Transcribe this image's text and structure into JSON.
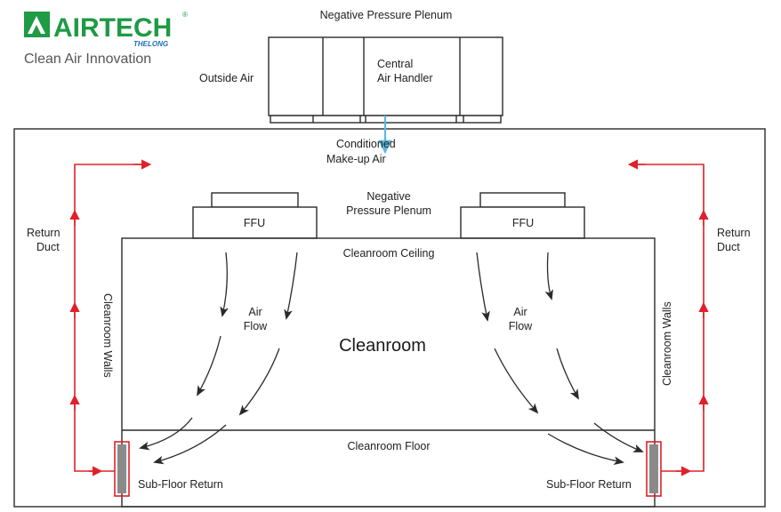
{
  "logo": {
    "brand": "AIRTECH",
    "sub_brand": "THELONG",
    "registered": "®",
    "tagline": "Clean Air Innovation",
    "colors": {
      "brand": "#1f9a45",
      "sub_brand": "#1e6fb8"
    }
  },
  "labels": {
    "top_plenum": "Negative Pressure Plenum",
    "outside_air": "Outside Air",
    "central_air_handler_line1": "Central",
    "central_air_handler_line2": "Air Handler",
    "conditioned_line1": "Conditioned",
    "conditioned_line2": "Make-up Air",
    "mid_plenum_line1": "Negative",
    "mid_plenum_line2": "Pressure Plenum",
    "ffu_left": "FFU",
    "ffu_right": "FFU",
    "ceiling": "Cleanroom Ceiling",
    "cleanroom": "Cleanroom",
    "air_flow_left_line1": "Air",
    "air_flow_left_line2": "Flow",
    "air_flow_right_line1": "Air",
    "air_flow_right_line2": "Flow",
    "floor": "Cleanroom Floor",
    "walls_left": "Cleanroom Walls",
    "walls_right": "Cleanroom Walls",
    "return_duct_left_line1": "Return",
    "return_duct_left_line2": "Duct",
    "return_duct_right_line1": "Return",
    "return_duct_right_line2": "Duct",
    "subfloor_left": "Sub-Floor Return",
    "subfloor_right": "Sub-Floor Return"
  },
  "colors": {
    "return_air": "#e0202a",
    "makeup_air": "#5bb8e0",
    "outline": "#2a2a2a",
    "return_grille": "#8a8a8a"
  }
}
